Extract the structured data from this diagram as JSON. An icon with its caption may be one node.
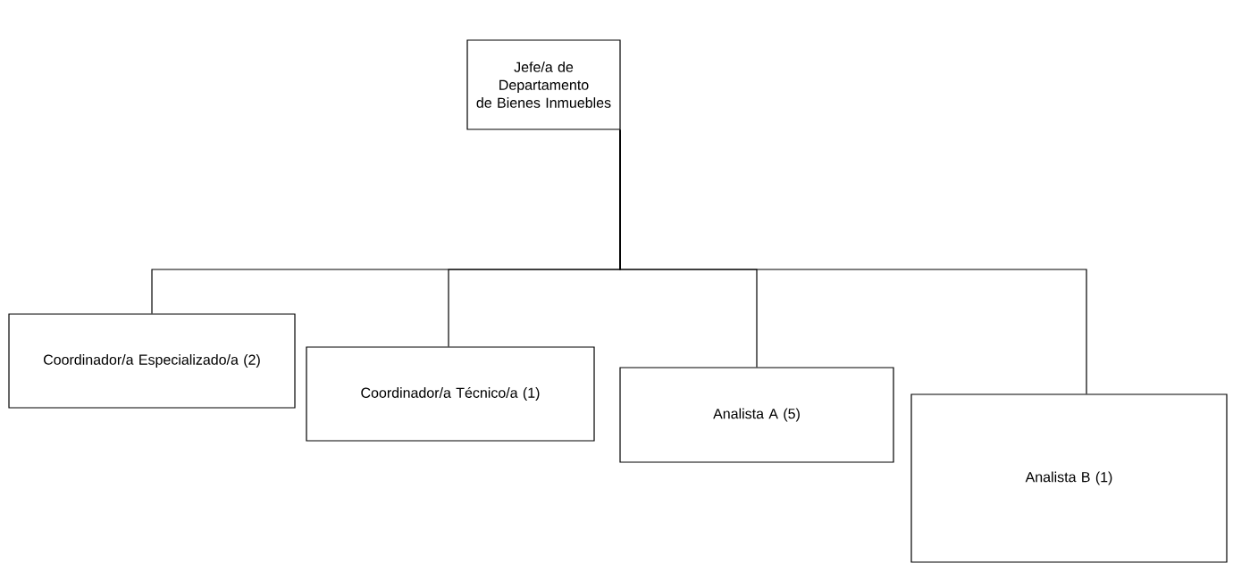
{
  "diagram": {
    "nodes": [
      {
        "text": [
          "Jefe/a de Departamento de Bienes Inmuebles"
        ]
      },
      {
        "text": [
          "Coordinador/a Especializado/a (2)"
        ]
      },
      {
        "text": [
          "Coordinador/a Técnico/a (1)"
        ]
      },
      {
        "text": [
          "Analista A (5)"
        ]
      },
      {
        "text": [
          "Analista B (1)"
        ]
      }
    ],
    "edges": [
      {
        "from": 0,
        "to": 1,
        "arrow": "none"
      },
      {
        "from": 0,
        "to": 2,
        "arrow": "none"
      },
      {
        "from": 0,
        "to": 3,
        "arrow": "none"
      },
      {
        "from": 0,
        "to": 4,
        "arrow": "none"
      }
    ]
  }
}
